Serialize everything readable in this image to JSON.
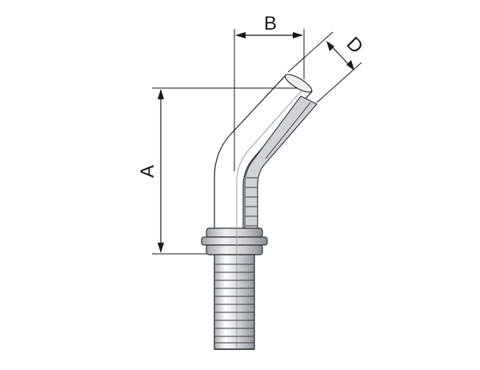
{
  "drawing": {
    "dimensions": {
      "a_label": "A",
      "b_label": "B",
      "d_label": "D"
    },
    "colors": {
      "line": "#1a1a1a",
      "metal_light": "#ffffff",
      "metal_mid": "#d4d7db",
      "metal_dark": "#8e949b"
    }
  }
}
